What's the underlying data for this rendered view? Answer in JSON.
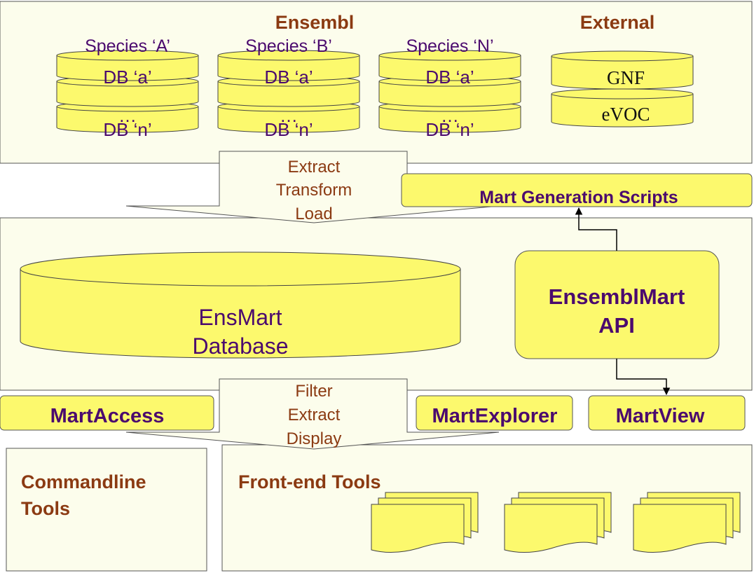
{
  "ensembl": {
    "title": "Ensembl",
    "species": [
      {
        "label": "Species ‘A’",
        "db_first": "DB ‘a’",
        "db_last": "DB ‘n’"
      },
      {
        "label": "Species ‘B’",
        "db_first": "DB ‘a’",
        "db_last": "DB ‘n’"
      },
      {
        "label": "Species ‘N’",
        "db_first": "DB ‘a’",
        "db_last": "DB ‘n’"
      }
    ],
    "ellipsis": "…"
  },
  "external": {
    "title": "External",
    "dbs": [
      "GNF",
      "eVOC"
    ]
  },
  "etl": [
    "Extract",
    "Transform",
    "Load"
  ],
  "mart_generation_scripts": "Mart Generation Scripts",
  "ensmart_db": [
    "EnsMart",
    "Database"
  ],
  "api": [
    "EnsemblMart",
    "API"
  ],
  "fed": [
    "Filter",
    "Extract",
    "Display"
  ],
  "mart_access": "MartAccess",
  "mart_explorer": "MartExplorer",
  "mart_view": "MartView",
  "commandline_tools": [
    "Commandline",
    "Tools"
  ],
  "frontend_tools": "Front-end Tools",
  "colors": {
    "panel_fill": "#fcfdec",
    "yellow": "#fcf96d",
    "title_brown": "#8b3a12",
    "label_purple": "#4b0a6e"
  }
}
